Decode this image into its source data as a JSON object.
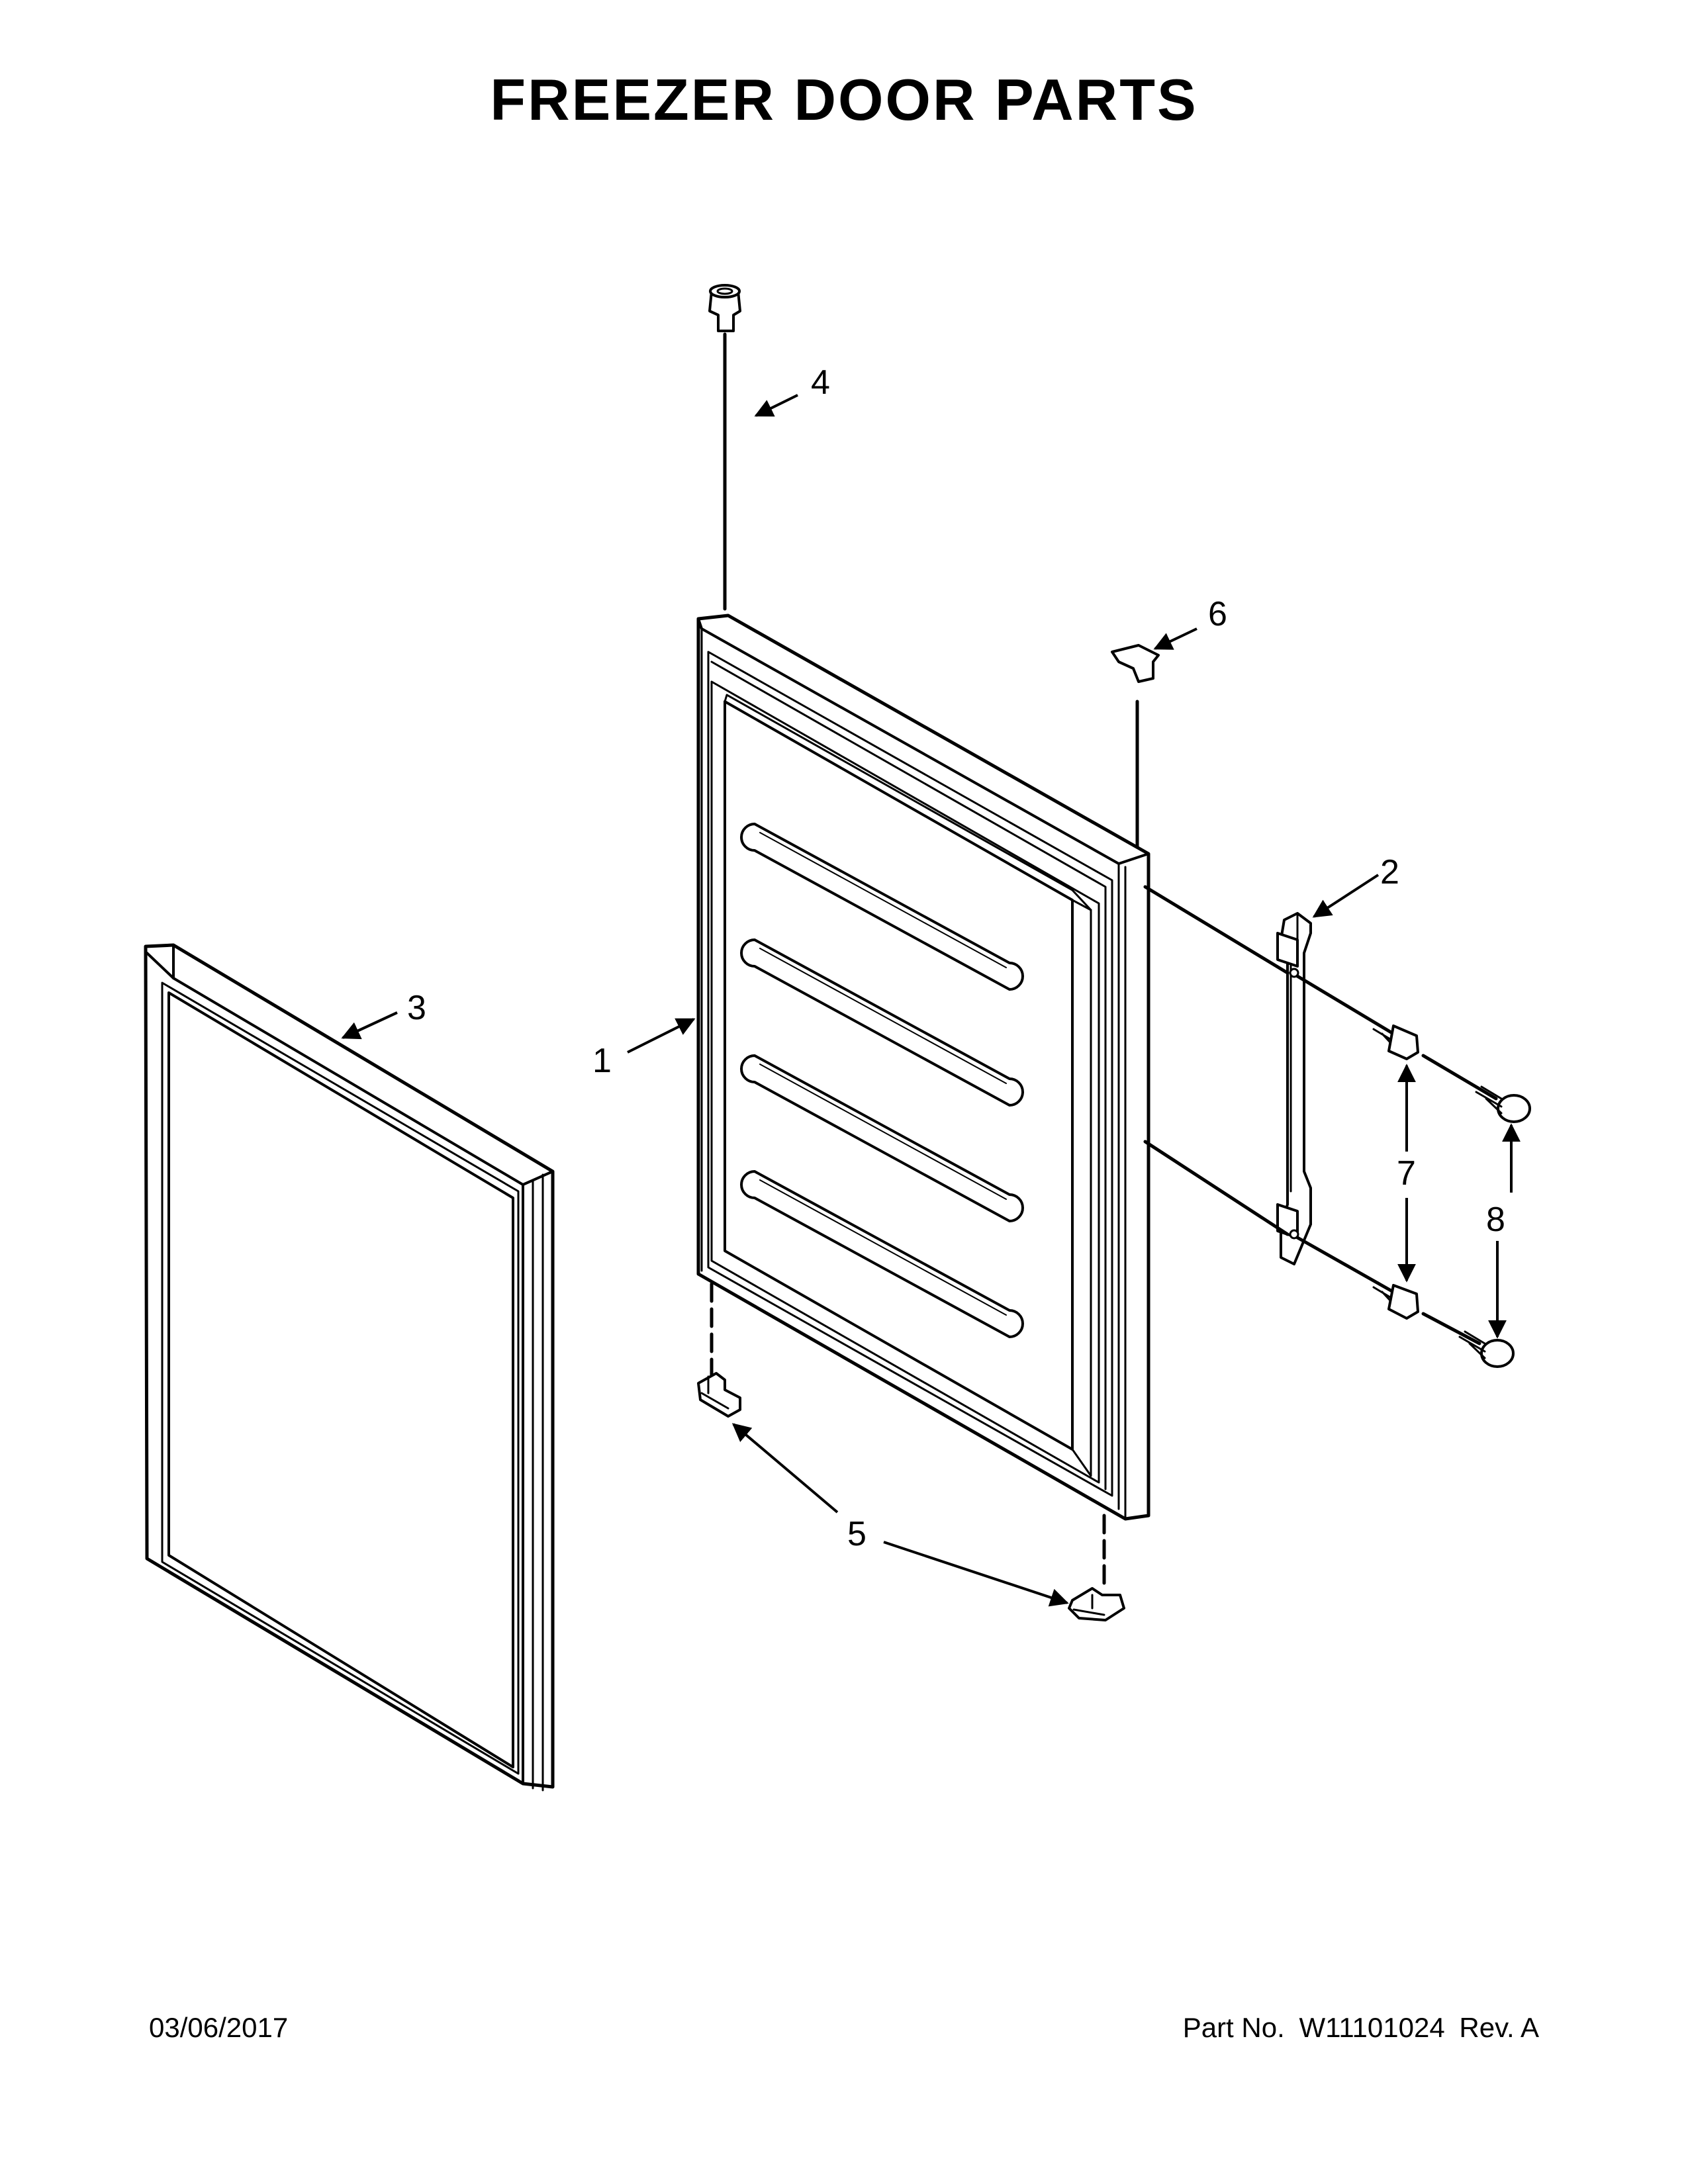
{
  "title": "FREEZER DOOR PARTS",
  "callouts": {
    "c1": "1",
    "c2": "2",
    "c3": "3",
    "c4": "4",
    "c5": "5",
    "c6": "6",
    "c7": "7",
    "c8": "8"
  },
  "footer": {
    "date": "03/06/2017",
    "part_no_label": "Part No.",
    "part_no": "W11101024",
    "rev": "Rev.  A"
  }
}
